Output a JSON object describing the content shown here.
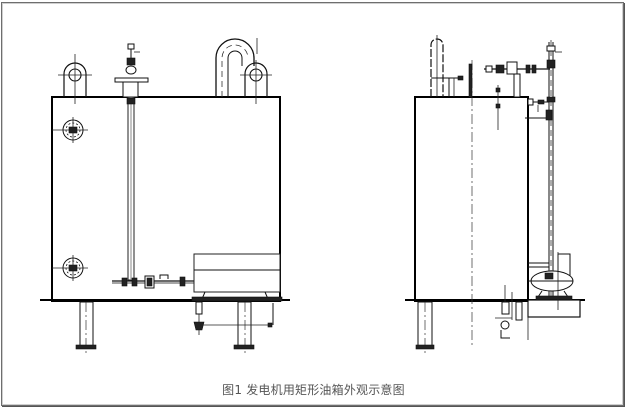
{
  "figure": {
    "caption": "图1 发电机用矩形油箱外观示意图",
    "views": [
      {
        "name": "front-view",
        "description": "Front elevation of rectangular oil tank"
      },
      {
        "name": "side-view",
        "description": "Side elevation of rectangular oil tank"
      }
    ]
  },
  "colors": {
    "line": "#111111",
    "caption_text": "#555555",
    "border": "#6e6e6e",
    "background": "#ffffff"
  }
}
